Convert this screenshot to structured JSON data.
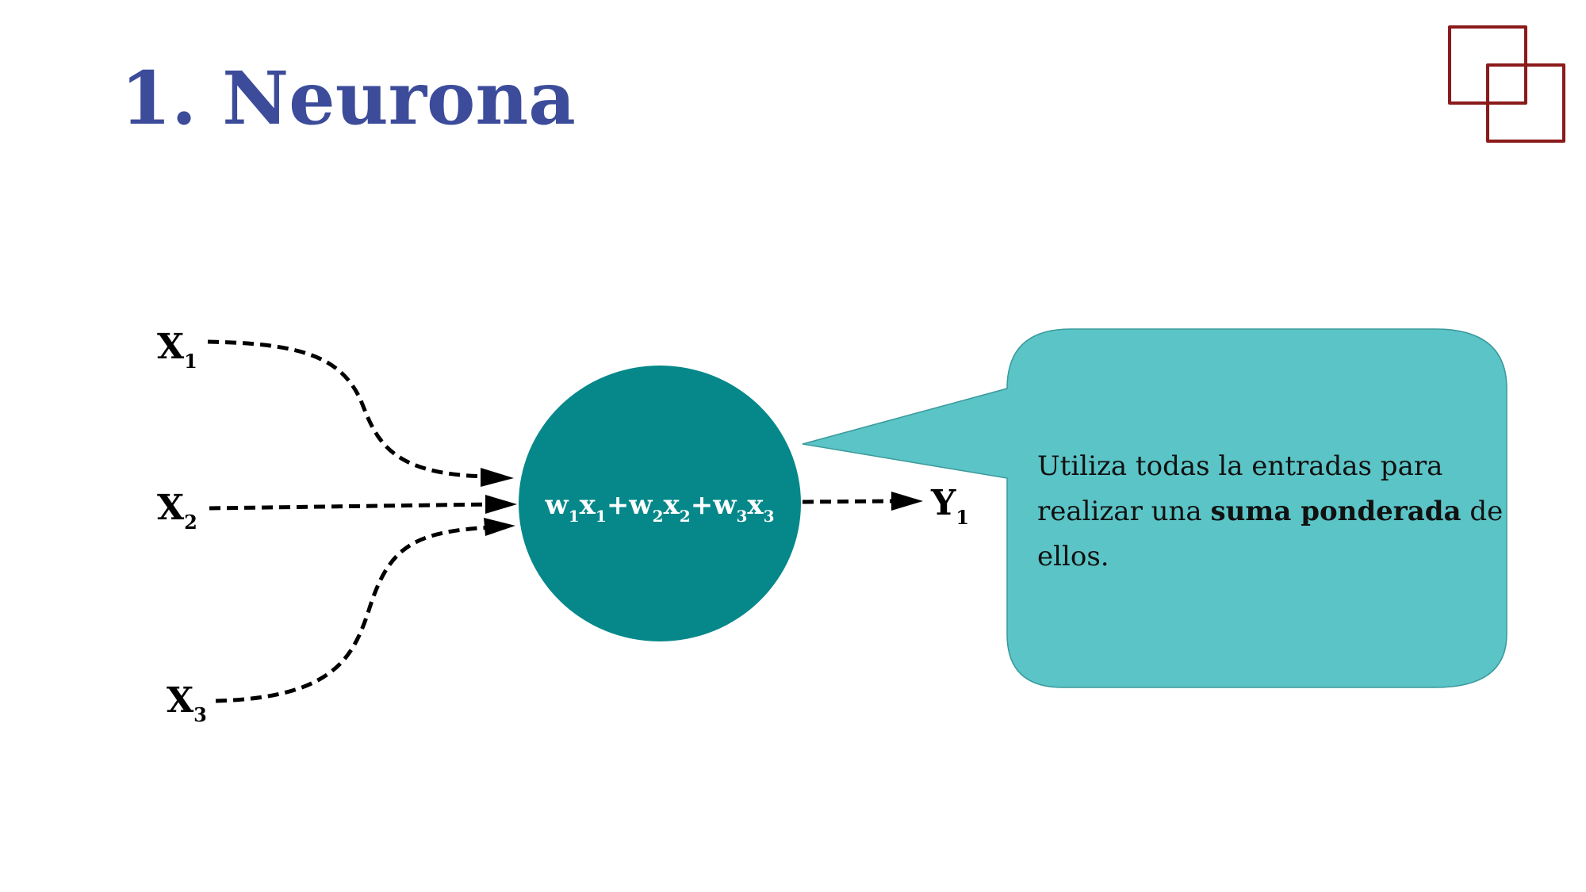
{
  "slide": {
    "title": "1. Neurona"
  },
  "neuron": {
    "inputs": [
      {
        "base": "X",
        "sub": "1"
      },
      {
        "base": "X",
        "sub": "2"
      },
      {
        "base": "X",
        "sub": "3"
      }
    ],
    "output": {
      "base": "Y",
      "sub": "1"
    },
    "formula": [
      {
        "t": "w",
        "s": "1"
      },
      {
        "t": "x",
        "s": "1"
      },
      {
        "t": "+w",
        "s": "2"
      },
      {
        "t": "x",
        "s": "2"
      },
      {
        "t": "+w",
        "s": "3"
      },
      {
        "t": "x",
        "s": "3"
      }
    ],
    "circle_color": "#06888a"
  },
  "callout": {
    "text_before": "Utiliza todas la entradas para realizar una ",
    "text_bold": "suma ponderada",
    "text_after": " de ellos.",
    "fill_color": "#5bc4c6",
    "stroke_color": "#3a9a9c"
  },
  "colors": {
    "title": "#3c4c9a",
    "logo": "#8b1a1a"
  },
  "icons": {
    "logo": "overlapping-squares-icon"
  }
}
